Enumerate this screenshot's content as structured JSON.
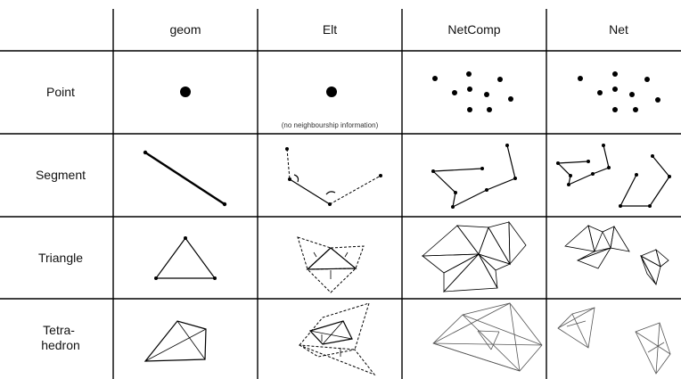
{
  "columns": [
    "geom",
    "Elt",
    "NetComp",
    "Net"
  ],
  "rows": [
    "Point",
    "Segment",
    "Triangle",
    "Tetra-\nhedron"
  ],
  "notes": {
    "elt_point": "(no neighbourship information)"
  }
}
